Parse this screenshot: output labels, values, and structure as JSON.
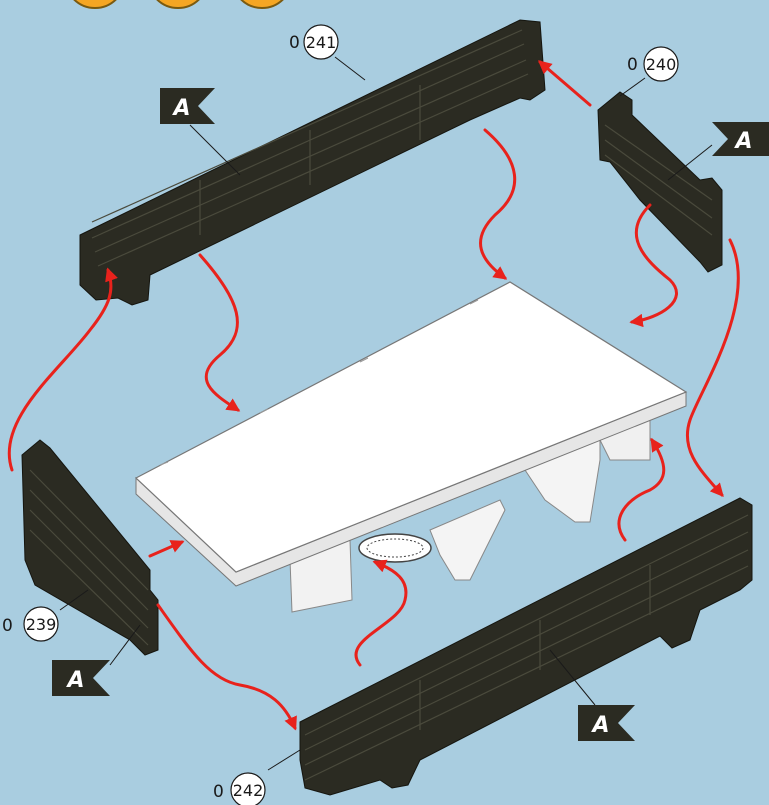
{
  "colors": {
    "background": "#a9cde0",
    "panel": "#2b2b22",
    "panel_line": "#4a4a3c",
    "arrow": "#e8221c",
    "base": "#ffffff",
    "orange": "#f5a623"
  },
  "parts": {
    "p241": {
      "qty": "0",
      "number": "241"
    },
    "p240": {
      "qty": "0",
      "number": "240"
    },
    "p239": {
      "qty": "0",
      "number": "239"
    },
    "p242": {
      "qty": "0",
      "number": "242"
    }
  },
  "flags": {
    "top_left": "A",
    "top_right": "A",
    "bottom_left": "A",
    "bottom_right": "A"
  }
}
